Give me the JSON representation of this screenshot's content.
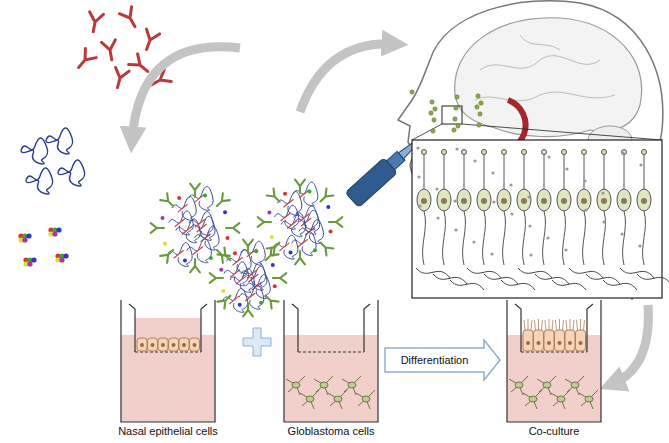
{
  "diagram": {
    "nodes": [
      {
        "text": [
          "Nasal epithelial cells"
        ]
      },
      {
        "text": [
          "Globlastoma cells"
        ]
      },
      {
        "text": [
          "Co-culture"
        ]
      }
    ],
    "edges": [
      {
        "from": 1,
        "to": 2,
        "label": "Differentiation",
        "arrow": "to"
      }
    ]
  }
}
